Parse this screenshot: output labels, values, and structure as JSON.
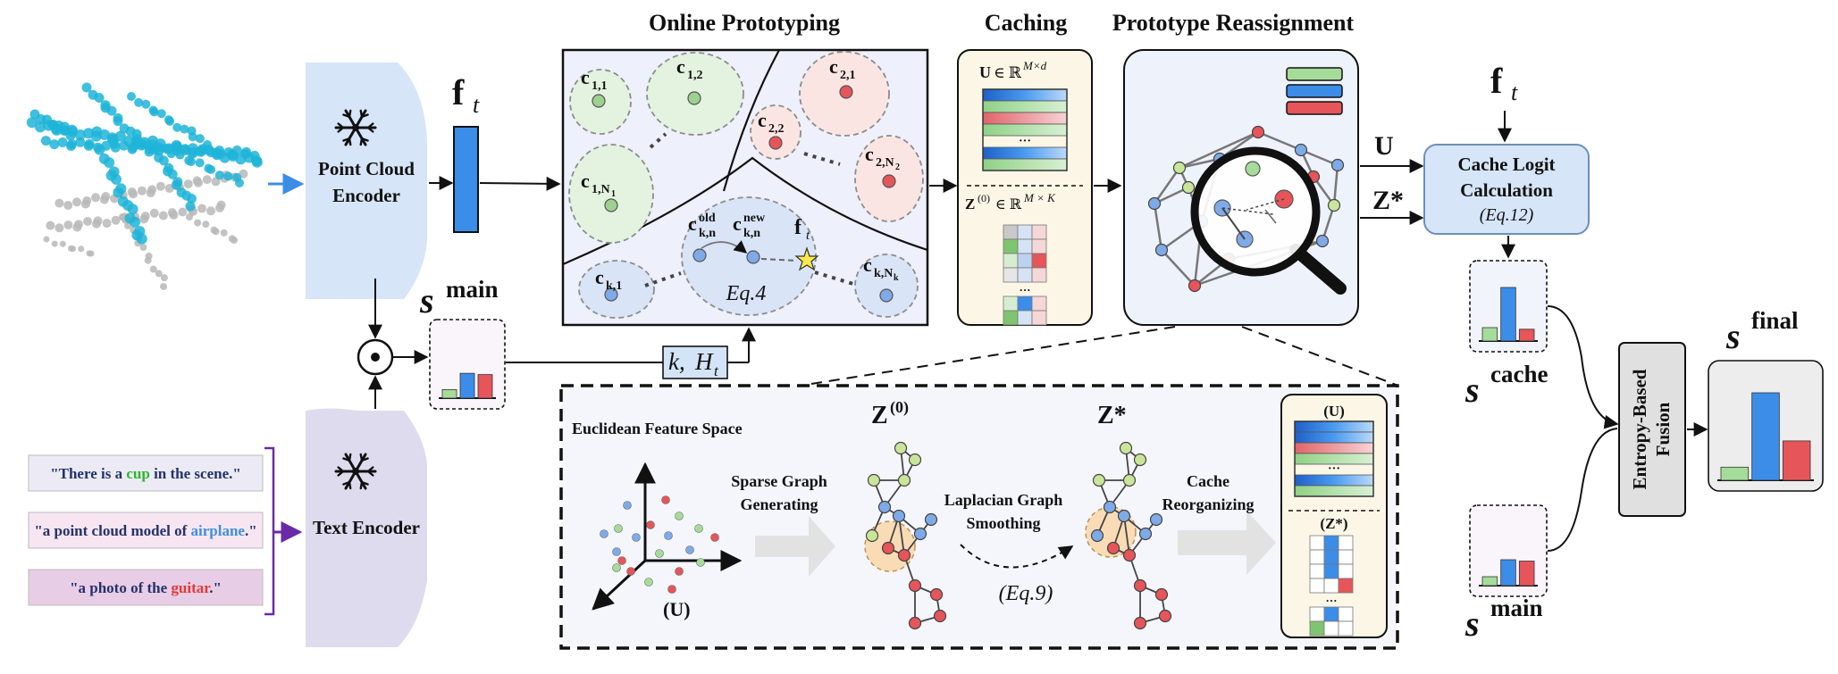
{
  "titles": {
    "online_prototyping": "Online Prototyping",
    "caching": "Caching",
    "prototype_reassignment": "Prototype Reassignment"
  },
  "encoders": {
    "point_cloud": [
      "Point Cloud",
      "Encoder"
    ],
    "text": "Text Encoder"
  },
  "features": {
    "f": "f",
    "t": "t"
  },
  "scores": {
    "s": "s",
    "main": "main",
    "cache": "cache",
    "final": "final"
  },
  "prototypes": {
    "c": "c",
    "c11": "1,1",
    "c12": "1,2",
    "c1N": "1,N",
    "c21": "2,1",
    "c22": "2,2",
    "c2N": "2,N",
    "ck1": "k,1",
    "ckN": "k,N",
    "old": "old",
    "new": "new",
    "kn": "k,n",
    "sub1": "1",
    "sub2": "2",
    "subk": "k",
    "eq4": "Eq.4"
  },
  "kH": {
    "k": "k,",
    "H": "H",
    "t": "t"
  },
  "caching": {
    "U": "U",
    "in": "∈ ℝ",
    "Md": "M×d",
    "Z0": "Z",
    "zero": "(0)",
    "MK": "M × K",
    "dots": "···"
  },
  "outputs": {
    "U": "U",
    "Z": "Z*"
  },
  "cache_logit": {
    "line1": "Cache Logit",
    "line2": "Calculation",
    "eq": "(Eq.12)"
  },
  "fusion": {
    "line1": "Entropy-Based",
    "line2": "Fusion"
  },
  "prompts": [
    {
      "pre": "\"There is a ",
      "word": "cup",
      "post": " in the scene.\"",
      "color": "#2db52d"
    },
    {
      "pre": "\"a point cloud model of ",
      "word": "airplane",
      "post": ".\"",
      "color": "#3d8fe0"
    },
    {
      "pre": "\"a photo of the ",
      "word": "guitar",
      "post": ".\"",
      "color": "#e53935"
    }
  ],
  "detail": {
    "euclidean": "Euclidean Feature Space",
    "U": "(U)",
    "sparse1": "Sparse Graph",
    "sparse2": "Generating",
    "Z0": "Z",
    "zero": "(0)",
    "lap1": "Laplacian Graph",
    "lap2": "Smoothing",
    "eq9": "(Eq.9)",
    "Zstar": "Z*",
    "cache1": "Cache",
    "cache2": "Reorganizing",
    "Ulabel": "(U)",
    "Zlabel": "(Z*)",
    "dots": "···"
  },
  "colors": {
    "blue": "#3b8de8",
    "green": "#a5dc9a",
    "red": "#e5555a",
    "encoder": "#d4e4f7",
    "text_encoder": "#ddd9ee",
    "proto_bg": "#eef0fb",
    "cache_bg": "#fbf6e6",
    "reassign_bg": "#eef2fb",
    "logit_bg": "#d6e6f8",
    "fusion_bg": "#e0e0e0",
    "prompt_border": "#6a2aa8"
  },
  "bar_values": {
    "main": [
      0.2,
      0.58,
      0.55
    ],
    "cache": [
      0.25,
      1.0,
      0.22
    ],
    "main2": [
      0.2,
      0.58,
      0.55
    ],
    "final": [
      0.15,
      1.0,
      0.45
    ]
  }
}
